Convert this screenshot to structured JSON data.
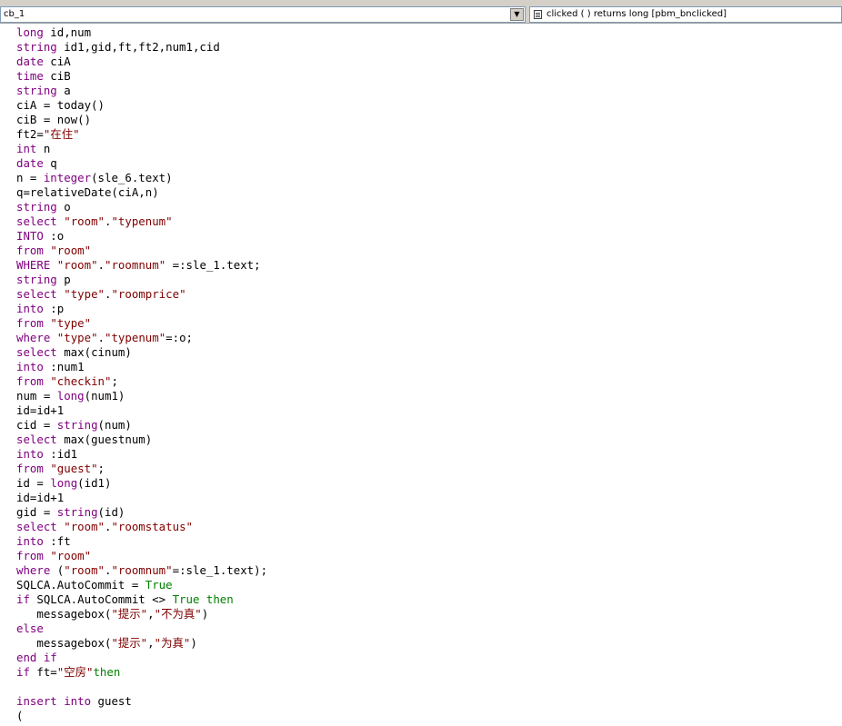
{
  "toolbar": {
    "object_select": "cb_1",
    "event_select": "clicked ( )  returns long [pbm_bnclicked]"
  },
  "colors": {
    "keyword": "#800080",
    "constant": "#008000",
    "string": "#800000",
    "text": "#000000"
  },
  "code_lines": [
    [
      {
        "t": "long",
        "c": "kw"
      },
      {
        "t": " id,num"
      }
    ],
    [
      {
        "t": "string",
        "c": "kw"
      },
      {
        "t": " id1,gid,ft,ft2,num1,cid"
      }
    ],
    [
      {
        "t": "date",
        "c": "kw"
      },
      {
        "t": " ciA"
      }
    ],
    [
      {
        "t": "time",
        "c": "kw"
      },
      {
        "t": " ciB"
      }
    ],
    [
      {
        "t": "string",
        "c": "kw"
      },
      {
        "t": " a"
      }
    ],
    [
      {
        "t": "ciA = today()"
      }
    ],
    [
      {
        "t": "ciB = now()"
      }
    ],
    [
      {
        "t": "ft2="
      },
      {
        "t": "\"在住\"",
        "c": "str"
      }
    ],
    [
      {
        "t": "int",
        "c": "kw"
      },
      {
        "t": " n"
      }
    ],
    [
      {
        "t": "date",
        "c": "kw"
      },
      {
        "t": " q"
      }
    ],
    [
      {
        "t": "n = "
      },
      {
        "t": "integer",
        "c": "kw"
      },
      {
        "t": "(sle_6.text)"
      }
    ],
    [
      {
        "t": "q=relativeDate(ciA,n)"
      }
    ],
    [
      {
        "t": "string",
        "c": "kw"
      },
      {
        "t": " o"
      }
    ],
    [
      {
        "t": "select",
        "c": "kw"
      },
      {
        "t": " "
      },
      {
        "t": "\"room\"",
        "c": "str"
      },
      {
        "t": "."
      },
      {
        "t": "\"typenum\"",
        "c": "str"
      }
    ],
    [
      {
        "t": "INTO",
        "c": "kw"
      },
      {
        "t": " :o"
      }
    ],
    [
      {
        "t": "from",
        "c": "kw"
      },
      {
        "t": " "
      },
      {
        "t": "\"room\"",
        "c": "str"
      }
    ],
    [
      {
        "t": "WHERE",
        "c": "kw"
      },
      {
        "t": " "
      },
      {
        "t": "\"room\"",
        "c": "str"
      },
      {
        "t": "."
      },
      {
        "t": "\"roomnum\"",
        "c": "str"
      },
      {
        "t": " =:sle_1.text;"
      }
    ],
    [
      {
        "t": "string",
        "c": "kw"
      },
      {
        "t": " p"
      }
    ],
    [
      {
        "t": "select",
        "c": "kw"
      },
      {
        "t": " "
      },
      {
        "t": "\"type\"",
        "c": "str"
      },
      {
        "t": "."
      },
      {
        "t": "\"roomprice\"",
        "c": "str"
      }
    ],
    [
      {
        "t": "into",
        "c": "kw"
      },
      {
        "t": " :p"
      }
    ],
    [
      {
        "t": "from",
        "c": "kw"
      },
      {
        "t": " "
      },
      {
        "t": "\"type\"",
        "c": "str"
      }
    ],
    [
      {
        "t": "where",
        "c": "kw"
      },
      {
        "t": " "
      },
      {
        "t": "\"type\"",
        "c": "str"
      },
      {
        "t": "."
      },
      {
        "t": "\"typenum\"",
        "c": "str"
      },
      {
        "t": "=:o;"
      }
    ],
    [
      {
        "t": "select",
        "c": "kw"
      },
      {
        "t": " max(cinum)"
      }
    ],
    [
      {
        "t": "into",
        "c": "kw"
      },
      {
        "t": " :num1"
      }
    ],
    [
      {
        "t": "from",
        "c": "kw"
      },
      {
        "t": " "
      },
      {
        "t": "\"checkin\"",
        "c": "str"
      },
      {
        "t": ";"
      }
    ],
    [
      {
        "t": "num = "
      },
      {
        "t": "long",
        "c": "kw"
      },
      {
        "t": "(num1)"
      }
    ],
    [
      {
        "t": "id=id+1"
      }
    ],
    [
      {
        "t": "cid = "
      },
      {
        "t": "string",
        "c": "kw"
      },
      {
        "t": "(num)"
      }
    ],
    [
      {
        "t": "select",
        "c": "kw"
      },
      {
        "t": " max(guestnum)"
      }
    ],
    [
      {
        "t": "into",
        "c": "kw"
      },
      {
        "t": " :id1"
      }
    ],
    [
      {
        "t": "from",
        "c": "kw"
      },
      {
        "t": " "
      },
      {
        "t": "\"guest\"",
        "c": "str"
      },
      {
        "t": ";"
      }
    ],
    [
      {
        "t": "id = "
      },
      {
        "t": "long",
        "c": "kw"
      },
      {
        "t": "(id1)"
      }
    ],
    [
      {
        "t": "id=id+1"
      }
    ],
    [
      {
        "t": "gid = "
      },
      {
        "t": "string",
        "c": "kw"
      },
      {
        "t": "(id)"
      }
    ],
    [
      {
        "t": "select",
        "c": "kw"
      },
      {
        "t": " "
      },
      {
        "t": "\"room\"",
        "c": "str"
      },
      {
        "t": "."
      },
      {
        "t": "\"roomstatus\"",
        "c": "str"
      }
    ],
    [
      {
        "t": "into",
        "c": "kw"
      },
      {
        "t": " :ft"
      }
    ],
    [
      {
        "t": "from",
        "c": "kw"
      },
      {
        "t": " "
      },
      {
        "t": "\"room\"",
        "c": "str"
      }
    ],
    [
      {
        "t": "where",
        "c": "kw"
      },
      {
        "t": " ("
      },
      {
        "t": "\"room\"",
        "c": "str"
      },
      {
        "t": "."
      },
      {
        "t": "\"roomnum\"",
        "c": "str"
      },
      {
        "t": "=:sle_1.text);"
      }
    ],
    [
      {
        "t": "SQLCA.AutoCommit = "
      },
      {
        "t": "True",
        "c": "kwg"
      }
    ],
    [
      {
        "t": "if",
        "c": "kw"
      },
      {
        "t": " SQLCA.AutoCommit <> "
      },
      {
        "t": "True",
        "c": "kwg"
      },
      {
        "t": " "
      },
      {
        "t": "then",
        "c": "kwg"
      }
    ],
    [
      {
        "t": "   messagebox("
      },
      {
        "t": "\"提示\"",
        "c": "str"
      },
      {
        "t": ","
      },
      {
        "t": "\"不为真\"",
        "c": "str"
      },
      {
        "t": ")"
      }
    ],
    [
      {
        "t": "else",
        "c": "kw"
      }
    ],
    [
      {
        "t": "   messagebox("
      },
      {
        "t": "\"提示\"",
        "c": "str"
      },
      {
        "t": ","
      },
      {
        "t": "\"为真\"",
        "c": "str"
      },
      {
        "t": ")"
      }
    ],
    [
      {
        "t": "end if",
        "c": "kw"
      }
    ],
    [
      {
        "t": "if",
        "c": "kw"
      },
      {
        "t": " ft="
      },
      {
        "t": "\"空房\"",
        "c": "str"
      },
      {
        "t": "then",
        "c": "kwg"
      }
    ],
    [
      {
        "t": ""
      }
    ],
    [
      {
        "t": "insert into",
        "c": "kw"
      },
      {
        "t": " guest"
      }
    ],
    [
      {
        "t": "("
      }
    ]
  ]
}
